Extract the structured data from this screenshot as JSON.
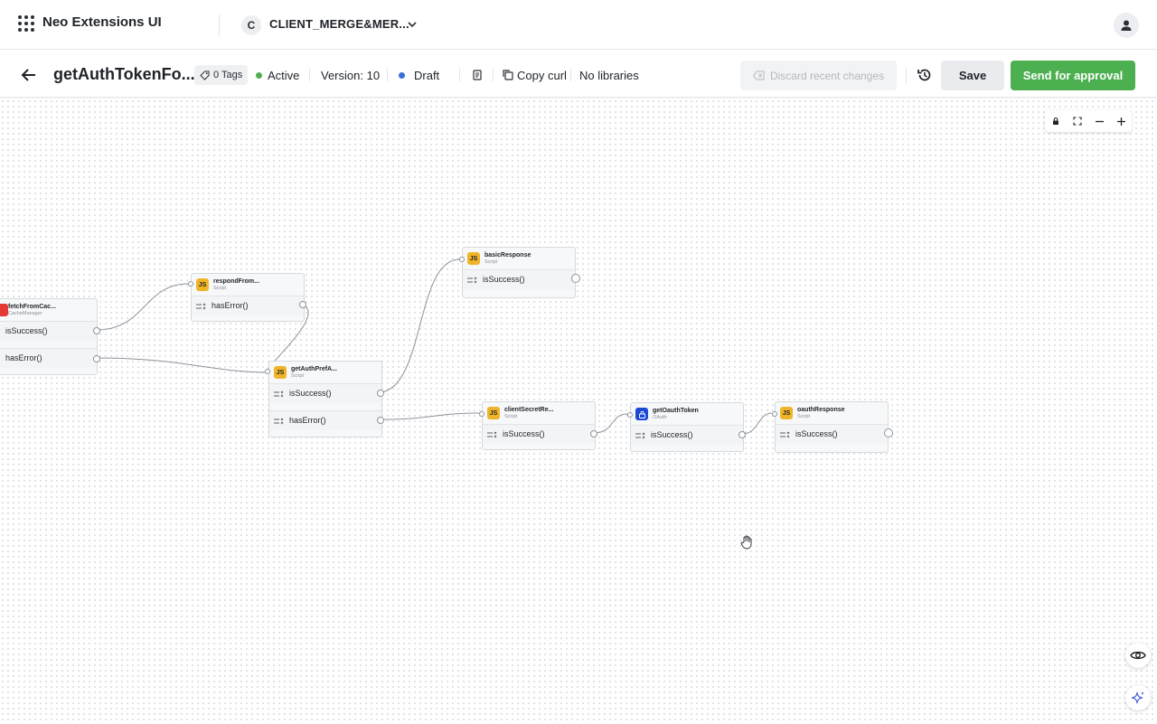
{
  "header": {
    "app_title": "Neo Extensions UI",
    "client_initial": "C",
    "client_name": "CLIENT_MERGE&MER..."
  },
  "toolbar": {
    "flow_title": "getAuthTokenFo...",
    "tags_label": "0 Tags",
    "status_label": "Active",
    "version_label": "Version: 10",
    "draft_label": "Draft",
    "copy_curl_label": "Copy curl",
    "libraries_label": "No libraries",
    "discard_label": "Discard recent changes",
    "save_label": "Save",
    "approve_label": "Send for approval",
    "colors": {
      "active_dot": "#4caf50",
      "draft_dot": "#3b6fd8",
      "approve_bg": "#4caf50"
    }
  },
  "nodes": {
    "fetch": {
      "name": "fetchFromCac...",
      "type": "CacheManager",
      "icon": "cache-icon",
      "ports": [
        "isSuccess()",
        "hasError()"
      ]
    },
    "respond": {
      "name": "respondFrom...",
      "type": "Script",
      "icon": "js-icon",
      "icon_text": "JS",
      "ports": [
        "hasError()"
      ]
    },
    "basic": {
      "name": "basicResponse",
      "type": "Script",
      "icon": "js-icon",
      "icon_text": "JS",
      "ports": [
        "isSuccess()"
      ]
    },
    "pref": {
      "name": "getAuthPrefA...",
      "type": "Script",
      "icon": "js-icon",
      "icon_text": "JS",
      "ports": [
        "isSuccess()",
        "hasError()"
      ]
    },
    "client": {
      "name": "clientSecretRe...",
      "type": "Script",
      "icon": "js-icon",
      "icon_text": "JS",
      "ports": [
        "isSuccess()"
      ]
    },
    "oauthtoken": {
      "name": "getOauthToken",
      "type": "OAuth",
      "icon": "lock-icon",
      "ports": [
        "isSuccess()"
      ]
    },
    "oauthresp": {
      "name": "oauthResponse",
      "type": "Script",
      "icon": "js-icon",
      "icon_text": "JS",
      "ports": [
        "isSuccess()"
      ]
    }
  }
}
